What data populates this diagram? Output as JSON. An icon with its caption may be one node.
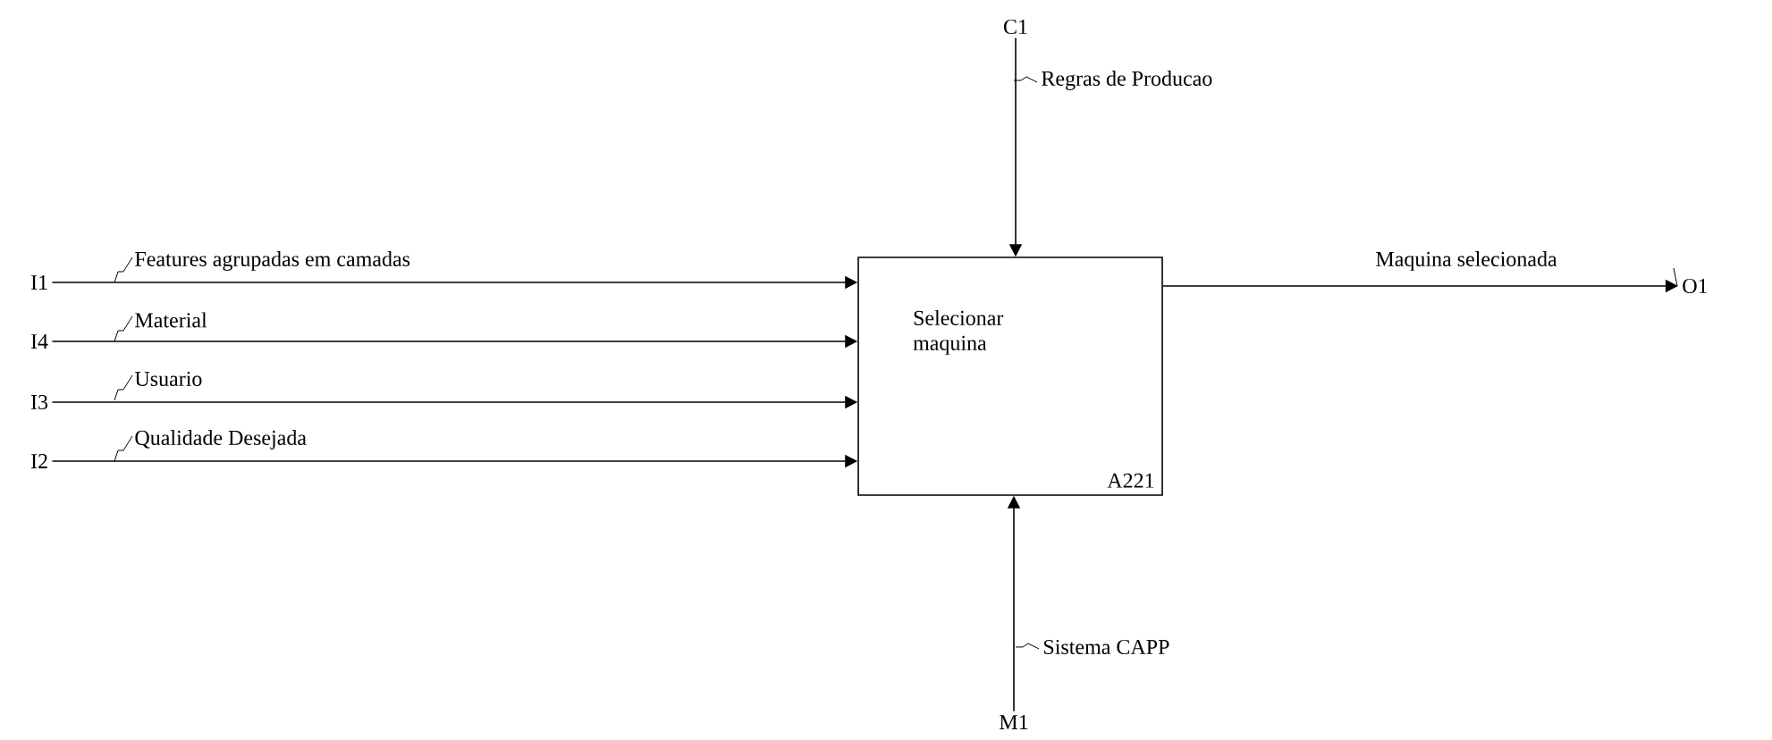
{
  "diagram": {
    "nodes": [
      {
        "text": [
          "Selecionar maquina",
          "A221"
        ]
      },
      {
        "text": [
          "I1"
        ]
      },
      {
        "text": [
          "I4"
        ]
      },
      {
        "text": [
          "I3"
        ]
      },
      {
        "text": [
          "I2"
        ]
      },
      {
        "text": [
          "C1"
        ]
      },
      {
        "text": [
          "O1"
        ]
      },
      {
        "text": [
          "M1"
        ]
      }
    ],
    "edges": [
      {
        "from": 1,
        "to": 0,
        "arrow": "to",
        "label": "Features agrupadas em camadas"
      },
      {
        "from": 2,
        "to": 0,
        "arrow": "to",
        "label": "Material"
      },
      {
        "from": 3,
        "to": 0,
        "arrow": "to",
        "label": "Usuario"
      },
      {
        "from": 4,
        "to": 0,
        "arrow": "to",
        "label": "Qualidade Desejada"
      },
      {
        "from": 5,
        "to": 0,
        "arrow": "to",
        "label": "Regras de Producao"
      },
      {
        "from": 0,
        "to": 6,
        "arrow": "to",
        "label": "Maquina selecionada"
      },
      {
        "from": 7,
        "to": 0,
        "arrow": "to",
        "label": "Sistema CAPP"
      }
    ]
  }
}
